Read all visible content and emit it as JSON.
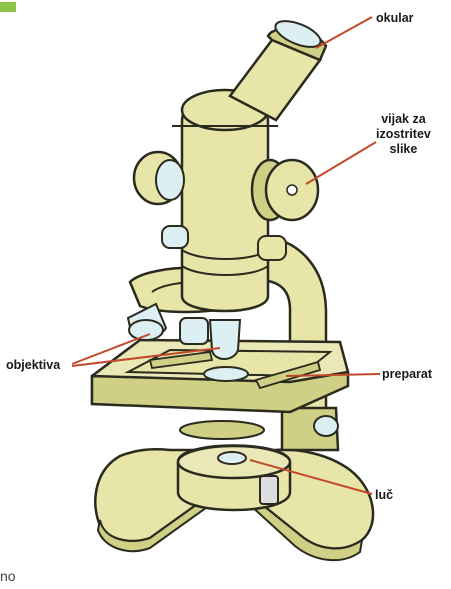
{
  "colors": {
    "body": "#e7e6a8",
    "body_shade": "#cfcf86",
    "outline": "#2a2a1e",
    "lens": "#dceff2",
    "stage_top": "#e9e8b6",
    "pointer": "#c24a2a",
    "corner_mark": "#8fc24a"
  },
  "labels": {
    "okular": "okular",
    "vijak": [
      "vijak za",
      "izostritev",
      "slike"
    ],
    "objektiva": "objektiva",
    "preparat": "preparat",
    "luc": "luč"
  },
  "corner_text": "no",
  "icons": {
    "corner_mark": "green-bar"
  }
}
